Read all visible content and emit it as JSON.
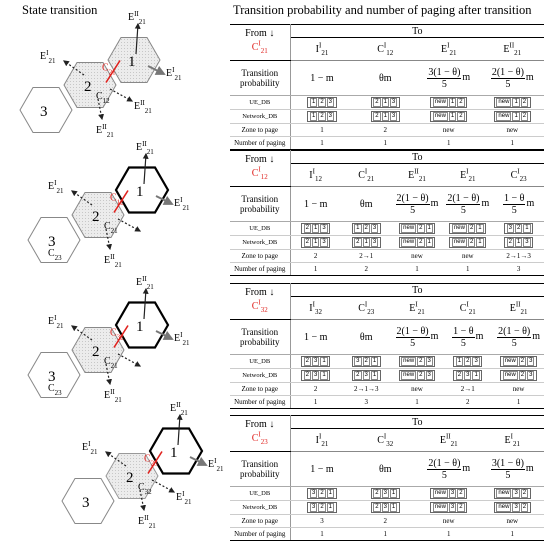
{
  "titles": {
    "left": "State transition",
    "right": "Transition probability and number of paging after transition"
  },
  "row_labels": {
    "to": "To",
    "from": "From",
    "arrow": "↓",
    "prob": "Transition probability",
    "ue": "UE_DB",
    "net": "Network_DB",
    "zone": "Zone to page",
    "num": "Number of paging"
  },
  "diagrams": [
    {
      "labels": {
        "c_red": "C",
        "c_red_sub": "21",
        "c2": "C",
        "c2_sub": "12",
        "e1a": "E",
        "e1a_sup": "II",
        "e1a_sub": "21",
        "e1b": "E",
        "e1b_sup": "I",
        "e1b_sub": "21",
        "e1c": "E",
        "e1c_sup": "I",
        "e1c_sub": "21",
        "e2a": "E",
        "e2a_sup": "II",
        "e2a_sub": "21",
        "e2b": "E",
        "e2b_sup": "II",
        "e2b_sub": "21",
        "n1": "1",
        "n2": "2",
        "n3": "3"
      }
    },
    {
      "labels": {
        "c_red": "C",
        "c_red_sub": "12",
        "c2": "C",
        "c2_sub": "21",
        "c3": "C",
        "c3_sub": "23",
        "e1a": "E",
        "e1a_sup": "II",
        "e1a_sub": "21",
        "e1b": "E",
        "e1b_sup": "I",
        "e1b_sub": "21",
        "e1c": "E",
        "e1c_sup": "I",
        "e1c_sub": "21",
        "e2a": "E",
        "e2a_sup": "II",
        "e2a_sub": "21",
        "n1": "1",
        "n2": "2",
        "n3": "3"
      }
    },
    {
      "labels": {
        "c_red": "C",
        "c_red_sub": "32",
        "c2": "C",
        "c2_sub": "21",
        "c3": "C",
        "c3_sub": "23",
        "e1a": "E",
        "e1a_sup": "II",
        "e1a_sub": "21",
        "e1b": "E",
        "e1b_sup": "I",
        "e1b_sub": "21",
        "e1c": "E",
        "e1c_sup": "I",
        "e1c_sub": "21",
        "e2a": "E",
        "e2a_sup": "II",
        "e2a_sub": "21",
        "n1": "1",
        "n2": "2",
        "n3": "3"
      }
    },
    {
      "labels": {
        "c_red": "C",
        "c_red_sub": "23",
        "c2": "C",
        "c2_sub": "32",
        "e1a": "E",
        "e1a_sup": "II",
        "e1a_sub": "21",
        "e1b": "E",
        "e1b_sup": "I",
        "e1b_sub": "21",
        "e1c": "E",
        "e1c_sup": "I",
        "e1c_sub": "21",
        "e2a": "E",
        "e2a_sup": "II",
        "e2a_sub": "21",
        "e2b": "E",
        "e2b_sup": "I",
        "e2b_sub": "21",
        "n1": "1",
        "n2": "2",
        "n3": "3"
      }
    }
  ],
  "tables": [
    {
      "from": {
        "main": "C",
        "sup": "I",
        "sub": "21"
      },
      "cols": [
        {
          "h": {
            "main": "I",
            "sup": "I",
            "sub": "21"
          },
          "prob": {
            "pre": "1 − m"
          },
          "ue": [
            "1",
            "2",
            "3"
          ],
          "net": [
            "1",
            "2",
            "3"
          ],
          "zone": "1",
          "num": "1"
        },
        {
          "h": {
            "main": "C",
            "sup": "I",
            "sub": "12"
          },
          "prob": {
            "pre": "θm"
          },
          "ue": [
            "2",
            "1",
            "3"
          ],
          "net": [
            "2",
            "1",
            "3"
          ],
          "zone": "2",
          "num": "1"
        },
        {
          "h": {
            "main": "E",
            "sup": "I",
            "sub": "21"
          },
          "prob": {
            "num": "3(1 − θ)",
            "den": "5",
            "post": "m"
          },
          "ue": [
            "new",
            "1",
            "2"
          ],
          "net": [
            "new",
            "1",
            "2"
          ],
          "zone": "new",
          "num": "1"
        },
        {
          "h": {
            "main": "E",
            "sup": "II",
            "sub": "21"
          },
          "prob": {
            "num": "2(1 − θ)",
            "den": "5",
            "post": "m"
          },
          "ue": [
            "new",
            "1",
            "2"
          ],
          "net": [
            "new",
            "1",
            "2"
          ],
          "zone": "new",
          "num": "1"
        }
      ]
    },
    {
      "from": {
        "main": "C",
        "sup": "I",
        "sub": "12"
      },
      "cols": [
        {
          "h": {
            "main": "I",
            "sup": "I",
            "sub": "12"
          },
          "prob": {
            "pre": "1 − m"
          },
          "ue": [
            "2",
            "1",
            "3"
          ],
          "net": [
            "2",
            "1",
            "3"
          ],
          "zone": "2",
          "num": "1"
        },
        {
          "h": {
            "main": "C",
            "sup": "I",
            "sub": "21"
          },
          "prob": {
            "pre": "θm"
          },
          "ue": [
            "1",
            "2",
            "3"
          ],
          "net": [
            "2",
            "1",
            "3"
          ],
          "zone": "2→1",
          "num": "2"
        },
        {
          "h": {
            "main": "E",
            "sup": "II",
            "sub": "21"
          },
          "prob": {
            "num": "2(1 − θ)",
            "den": "5",
            "post": "m"
          },
          "ue": [
            "new",
            "2",
            "1"
          ],
          "net": [
            "new",
            "2",
            "1"
          ],
          "zone": "new",
          "num": "1"
        },
        {
          "h": {
            "main": "E",
            "sup": "I",
            "sub": "21"
          },
          "prob": {
            "num": "2(1 − θ)",
            "den": "5",
            "post": "m"
          },
          "ue": [
            "new",
            "2",
            "1"
          ],
          "net": [
            "new",
            "2",
            "1"
          ],
          "zone": "new",
          "num": "1"
        },
        {
          "h": {
            "main": "C",
            "sup": "I",
            "sub": "23"
          },
          "prob": {
            "num": "1 − θ",
            "den": "5",
            "post": "m"
          },
          "ue": [
            "3",
            "2",
            "1"
          ],
          "net": [
            "2",
            "1",
            "3"
          ],
          "zone": "2→1→3",
          "num": "3"
        }
      ]
    },
    {
      "from": {
        "main": "C",
        "sup": "I",
        "sub": "32"
      },
      "cols": [
        {
          "h": {
            "main": "I",
            "sup": "I",
            "sub": "32"
          },
          "prob": {
            "pre": "1 − m"
          },
          "ue": [
            "2",
            "3",
            "1"
          ],
          "net": [
            "2",
            "3",
            "1"
          ],
          "zone": "2",
          "num": "1"
        },
        {
          "h": {
            "main": "C",
            "sup": "I",
            "sub": "23"
          },
          "prob": {
            "pre": "θm"
          },
          "ue": [
            "3",
            "2",
            "1"
          ],
          "net": [
            "2",
            "3",
            "1"
          ],
          "zone": "2→1→3",
          "num": "3"
        },
        {
          "h": {
            "main": "E",
            "sup": "I",
            "sub": "21"
          },
          "prob": {
            "num": "2(1 − θ)",
            "den": "5",
            "post": "m"
          },
          "ue": [
            "new",
            "2",
            "3"
          ],
          "net": [
            "new",
            "2",
            "3"
          ],
          "zone": "new",
          "num": "1"
        },
        {
          "h": {
            "main": "C",
            "sup": "I",
            "sub": "21"
          },
          "prob": {
            "num": "1 − θ",
            "den": "5",
            "post": "m"
          },
          "ue": [
            "1",
            "2",
            "3"
          ],
          "net": [
            "2",
            "3",
            "1"
          ],
          "zone": "2→1",
          "num": "2"
        },
        {
          "h": {
            "main": "E",
            "sup": "II",
            "sub": "21"
          },
          "prob": {
            "num": "2(1 − θ)",
            "den": "5",
            "post": "m"
          },
          "ue": [
            "new",
            "2",
            "3"
          ],
          "net": [
            "new",
            "2",
            "3"
          ],
          "zone": "new",
          "num": "1"
        }
      ]
    },
    {
      "from": {
        "main": "C",
        "sup": "I",
        "sub": "23"
      },
      "cols": [
        {
          "h": {
            "main": "I",
            "sup": "I",
            "sub": "21"
          },
          "prob": {
            "pre": "1 − m"
          },
          "ue": [
            "3",
            "2",
            "1"
          ],
          "net": [
            "3",
            "2",
            "1"
          ],
          "zone": "3",
          "num": "1"
        },
        {
          "h": {
            "main": "C",
            "sup": "I",
            "sub": "32"
          },
          "prob": {
            "pre": "θm"
          },
          "ue": [
            "2",
            "3",
            "1"
          ],
          "net": [
            "2",
            "3",
            "1"
          ],
          "zone": "2",
          "num": "1"
        },
        {
          "h": {
            "main": "E",
            "sup": "II",
            "sub": "21"
          },
          "prob": {
            "num": "2(1 − θ)",
            "den": "5",
            "post": "m"
          },
          "ue": [
            "new",
            "3",
            "2"
          ],
          "net": [
            "new",
            "3",
            "2"
          ],
          "zone": "new",
          "num": "1"
        },
        {
          "h": {
            "main": "E",
            "sup": "I",
            "sub": "21"
          },
          "prob": {
            "num": "3(1 − θ)",
            "den": "5",
            "post": "m"
          },
          "ue": [
            "new",
            "3",
            "2"
          ],
          "net": [
            "new",
            "3",
            "2"
          ],
          "zone": "new",
          "num": "1"
        }
      ]
    }
  ]
}
